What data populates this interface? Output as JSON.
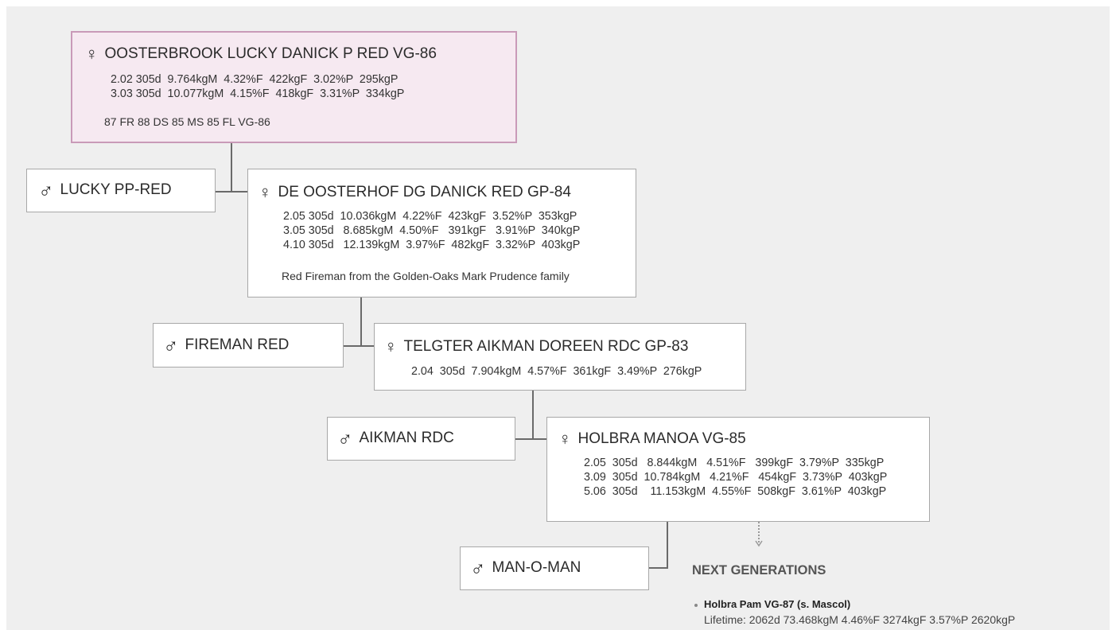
{
  "symbols": {
    "female": "♀",
    "male": "♂"
  },
  "pedigree": {
    "animal": {
      "name": "OOSTERBROOK LUCKY DANICK P RED VG-86",
      "lactations": [
        "2.02 305d  9.764kgM  4.32%F  422kgF  3.02%P  295kgP",
        "3.03 305d  10.077kgM  4.15%F  418kgF  3.31%P  334kgP"
      ],
      "classification": "87 FR  88 DS  85 MS  85 FL  VG-86"
    },
    "sire1": {
      "name": "LUCKY PP-RED"
    },
    "dam1": {
      "name": "DE OOSTERHOF DG DANICK RED GP-84",
      "lactations": [
        "2.05 305d  10.036kgM  4.22%F  423kgF  3.52%P  353kgP",
        "3.05 305d   8.685kgM  4.50%F   391kgF   3.91%P  340kgP",
        "4.10 305d   12.139kgM  3.97%F  482kgF  3.32%P  403kgP"
      ],
      "note": "Red Fireman from the Golden-Oaks Mark Prudence family"
    },
    "sire2": {
      "name": "FIREMAN RED"
    },
    "dam2": {
      "name": "TELGTER AIKMAN DOREEN RDC GP-83",
      "lactations": [
        "2.04  305d  7.904kgM  4.57%F  361kgF  3.49%P  276kgP"
      ]
    },
    "sire3": {
      "name": "AIKMAN RDC"
    },
    "dam3": {
      "name": "HOLBRA MANOA VG-85",
      "lactations": [
        "2.05  305d   8.844kgM   4.51%F   399kgF  3.79%P  335kgP",
        "3.09  305d  10.784kgM   4.21%F   454kgF  3.73%P  403kgP",
        "5.06  305d    11.153kgM  4.55%F  508kgF  3.61%P  403kgP"
      ]
    },
    "sire4": {
      "name": "MAN-O-MAN"
    }
  },
  "next_generations": {
    "title": "NEXT GENERATIONS",
    "items": [
      {
        "name": "Holbra Pam VG-87 (s. Mascol)",
        "detail": "Lifetime: 2062d 73.468kgM 4.46%F 3274kgF 3.57%P 2620kgP"
      }
    ]
  }
}
